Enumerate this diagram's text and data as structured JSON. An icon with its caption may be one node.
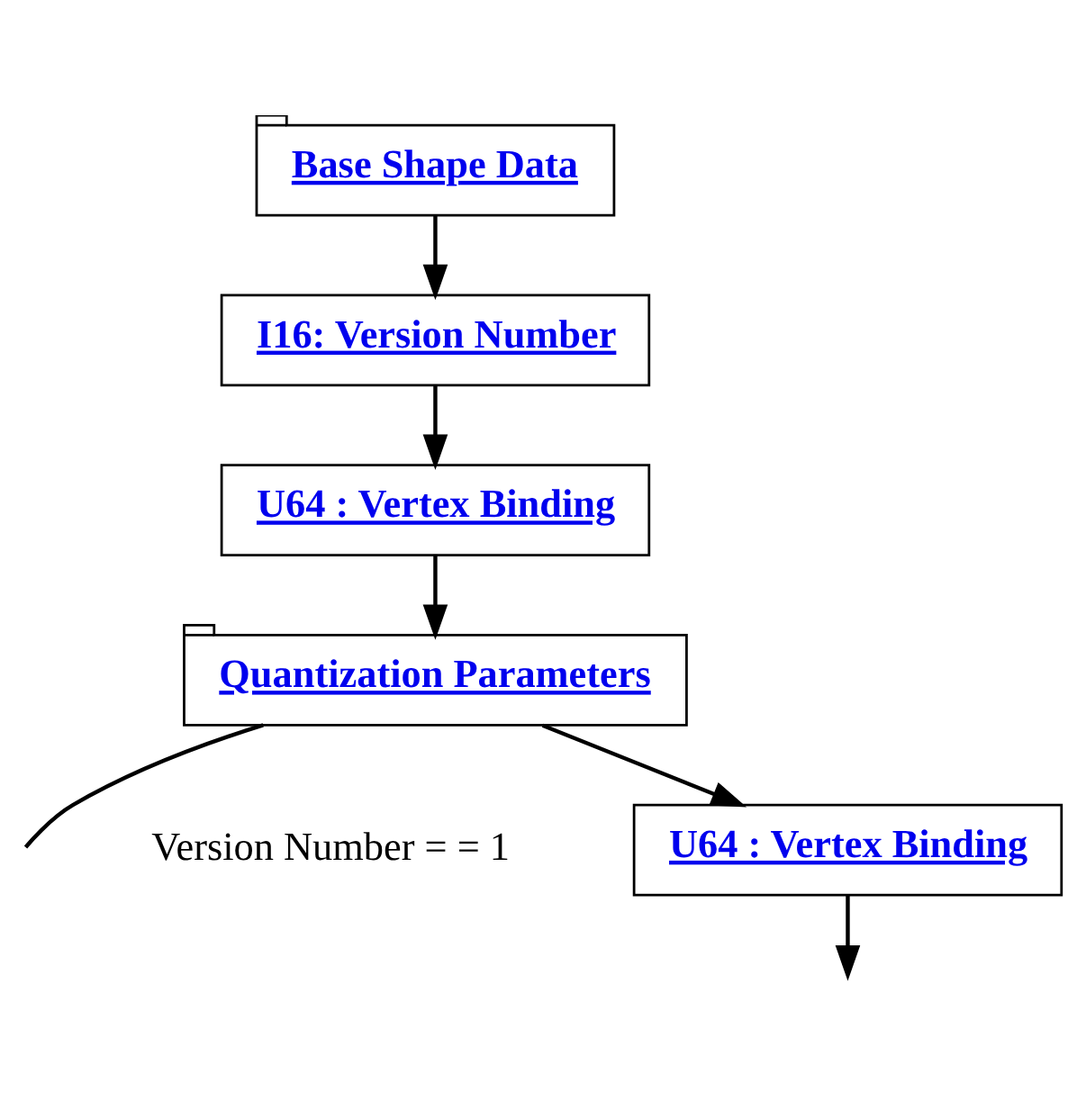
{
  "diagram": {
    "nodes": [
      {
        "text": [
          "Base Shape Data"
        ]
      },
      {
        "text": [
          "I16: Version Number"
        ]
      },
      {
        "text": [
          "U64 : Vertex Binding"
        ]
      },
      {
        "text": [
          "Quantization Parameters"
        ]
      },
      {
        "text": [
          "U64 : Vertex Binding"
        ]
      }
    ],
    "edges": [
      {
        "from": 0,
        "to": 1,
        "arrow": "to"
      },
      {
        "from": 1,
        "to": 2,
        "arrow": "to"
      },
      {
        "from": 2,
        "to": 3,
        "arrow": "to"
      },
      {
        "from": 3,
        "to": 4,
        "arrow": "to"
      },
      {
        "from": 4,
        "to": null,
        "arrow": "to"
      },
      {
        "from": 3,
        "to": null,
        "arrow": "none"
      }
    ],
    "labels": [
      "Version Number = = 1"
    ]
  }
}
